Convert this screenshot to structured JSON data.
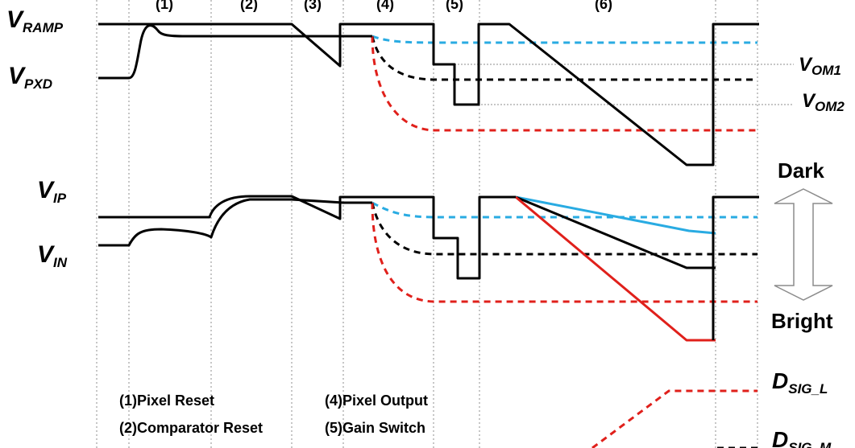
{
  "colors": {
    "black": "#000000",
    "blue": "#29abe2",
    "red": "#e0201b",
    "gray": "#8c8c8c",
    "arrow_fill": "#ffffff"
  },
  "phases": [
    "(1)",
    "(2)",
    "(3)",
    "(4)",
    "(5)",
    "(6)"
  ],
  "signals": {
    "v_ramp": {
      "main": "V",
      "sub": "RAMP"
    },
    "v_pxd": {
      "main": "V",
      "sub": "PXD"
    },
    "v_om1": {
      "main": "V",
      "sub": "OM1"
    },
    "v_om2": {
      "main": "V",
      "sub": "OM2"
    },
    "v_ip": {
      "main": "V",
      "sub": "IP"
    },
    "v_in": {
      "main": "V",
      "sub": "IN"
    },
    "d_sig_l": {
      "main": "D",
      "sub": "SIG_L"
    },
    "d_sig_m": {
      "main": "D",
      "sub": "SIG_M"
    }
  },
  "direction": {
    "dark": "Dark",
    "bright": "Bright"
  },
  "legend": {
    "item1": "(1)Pixel Reset",
    "item2": "(2)Comparator Reset",
    "item4": "(4)Pixel Output",
    "item5": "(5)Gain Switch"
  }
}
